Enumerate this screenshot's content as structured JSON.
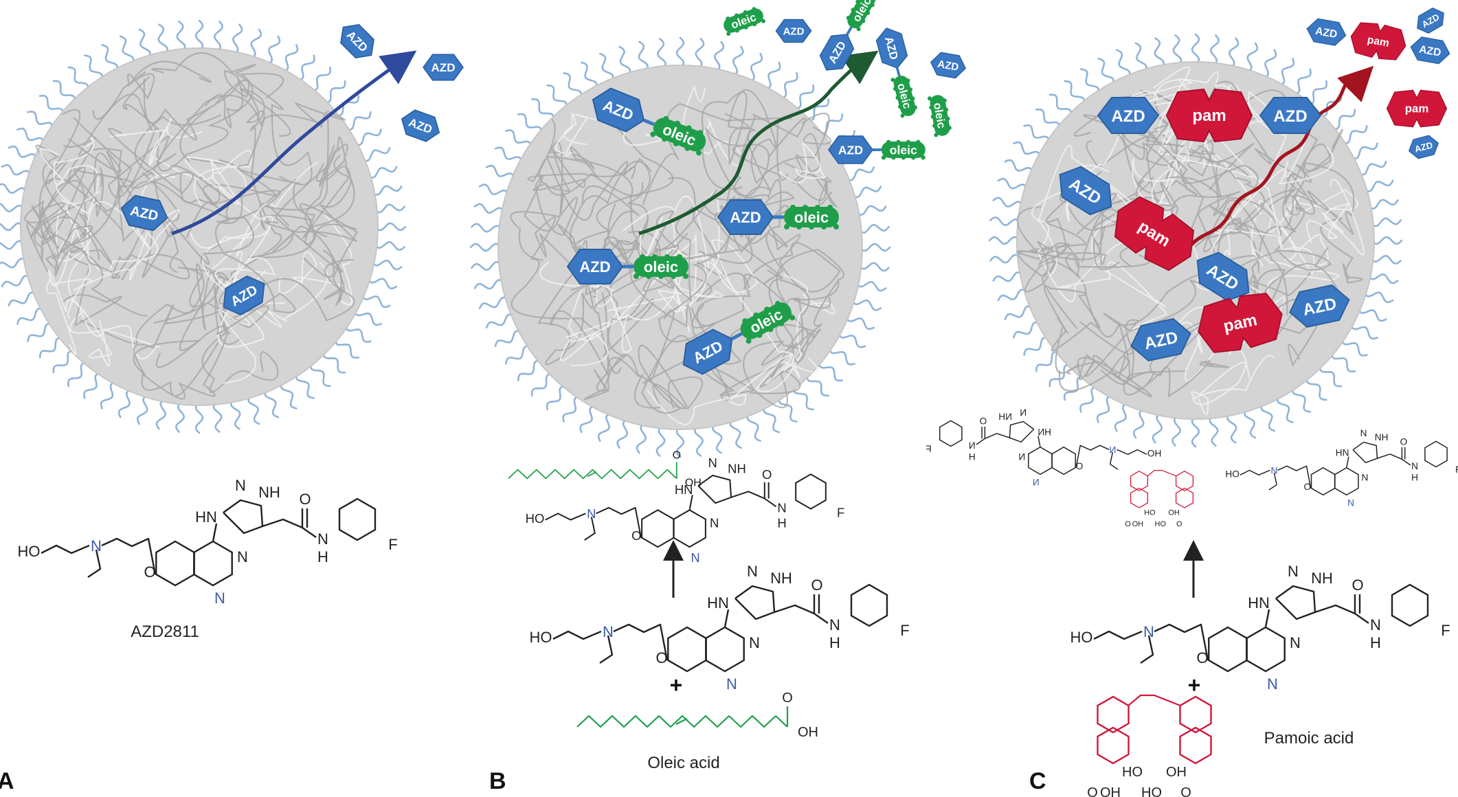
{
  "panels": [
    {
      "letter": "A",
      "drug_label": "AZD",
      "compound_name": "AZD2811"
    },
    {
      "letter": "B",
      "drug_label": "AZD",
      "counterion_label": "oleic",
      "reagent_name": "Oleic acid",
      "plus": "+"
    },
    {
      "letter": "C",
      "drug_label": "AZD",
      "counterion_label": "pam",
      "reagent_name": "Pamoic acid",
      "plus": "+"
    }
  ],
  "atoms": {
    "ho": "HO",
    "oh": "OH",
    "n": "N",
    "nh": "NH",
    "hn": "HN",
    "h": "H",
    "o": "O",
    "f": "F"
  },
  "colors": {
    "nanoparticle_core": "#d4d4d4",
    "polymer_chain": "#a8a8a8",
    "peg_corona": "#8fb4d8",
    "azd_blue": "#3b78c4",
    "oleic_green": "#1f9e4a",
    "pamoic_red": "#d0173a",
    "arrow_a": "#2f4a9c",
    "arrow_b": "#1e5a32",
    "arrow_c": "#a3141e"
  }
}
